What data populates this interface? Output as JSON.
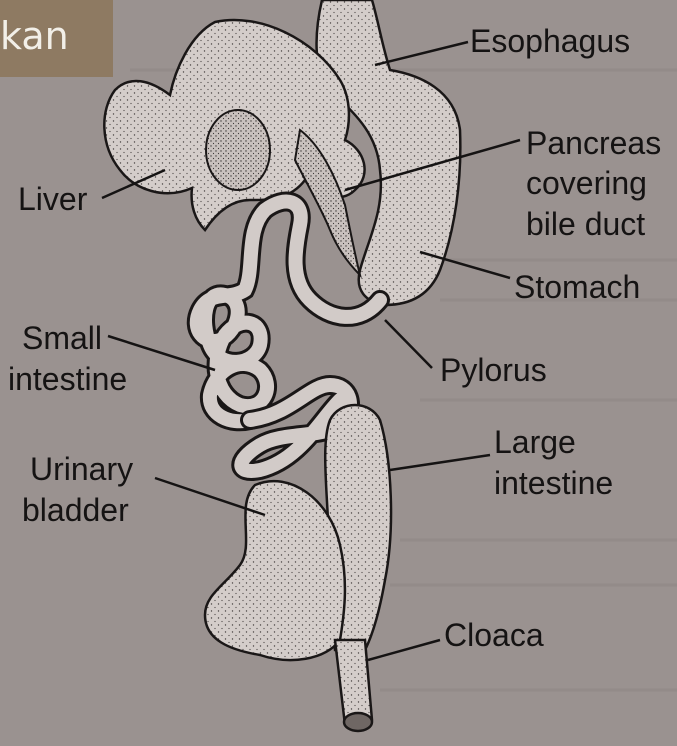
{
  "corner_tag": "kan",
  "labels": {
    "esophagus": "Esophagus",
    "pancreas_1": "Pancreas",
    "pancreas_2": "covering",
    "pancreas_3": "bile duct",
    "liver": "Liver",
    "stomach": "Stomach",
    "small_1": "Small",
    "small_2": "intestine",
    "pylorus": "Pylorus",
    "large_1": "Large",
    "large_2": "intestine",
    "urinary_1": "Urinary",
    "urinary_2": "bladder",
    "cloaca": "Cloaca"
  },
  "colors": {
    "paper": "#9a9290",
    "ink": "#151313",
    "organ": "#d2cbc8",
    "tag": "#8e7a62"
  }
}
